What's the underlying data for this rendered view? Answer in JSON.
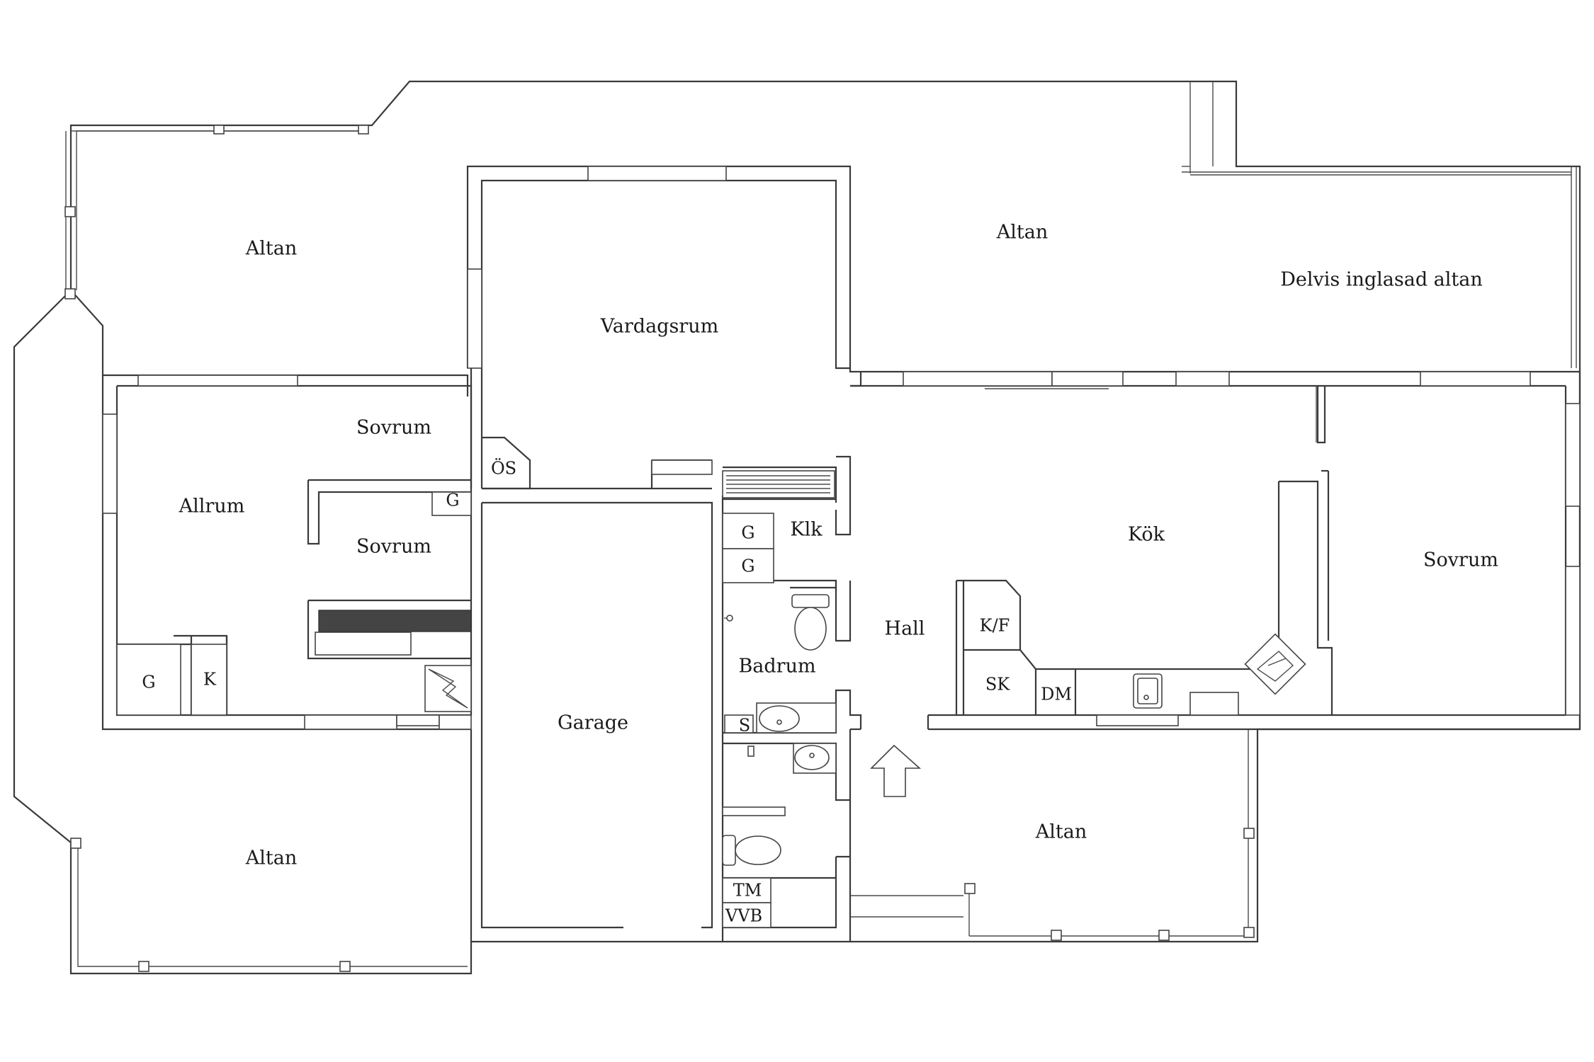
{
  "labels": {
    "altan_nw": "Altan",
    "altan_n": "Altan",
    "altan_ne": "Delvis inglasad altan",
    "vardagsrum": "Vardagsrum",
    "sovrum_1": "Sovrum",
    "sovrum_2": "Sovrum",
    "sovrum_3": "Sovrum",
    "allrum": "Allrum",
    "os": "ÖS",
    "g_1": "G",
    "g_2": "G",
    "g_3": "G",
    "g_4": "G",
    "k": "K",
    "klk": "Klk",
    "kok": "Kök",
    "hall": "Hall",
    "badrum": "Badrum",
    "s": "S",
    "kf": "K/F",
    "sk": "SK",
    "dm": "DM",
    "garage": "Garage",
    "altan_sw": "Altan",
    "altan_se": "Altan",
    "tm": "TM",
    "vvb": "VVB"
  }
}
